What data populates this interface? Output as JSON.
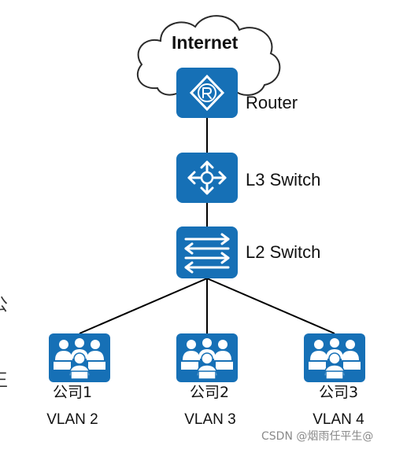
{
  "cloud": {
    "label": "Internet"
  },
  "nodes": {
    "router": {
      "label": "Router",
      "icon": "router-icon"
    },
    "l3": {
      "label": "L3 Switch",
      "icon": "l3-switch-icon"
    },
    "l2": {
      "label": "L2 Switch",
      "icon": "l2-switch-icon"
    }
  },
  "groups": [
    {
      "company": "公司1",
      "vlan": "VLAN 2",
      "icon": "user-group-icon"
    },
    {
      "company": "公司2",
      "vlan": "VLAN 3",
      "icon": "user-group-icon"
    },
    {
      "company": "公司3",
      "vlan": "VLAN 4",
      "icon": "user-group-icon"
    }
  ],
  "edge_glyphs": [
    "公",
    "王"
  ],
  "watermark": "CSDN @烟雨任平生@",
  "colors": {
    "device": "#1670B6",
    "device_dark": "#0F5A96",
    "line": "#000000",
    "cloud_fill": "#ffffff",
    "cloud_stroke": "#2a2a2a"
  }
}
